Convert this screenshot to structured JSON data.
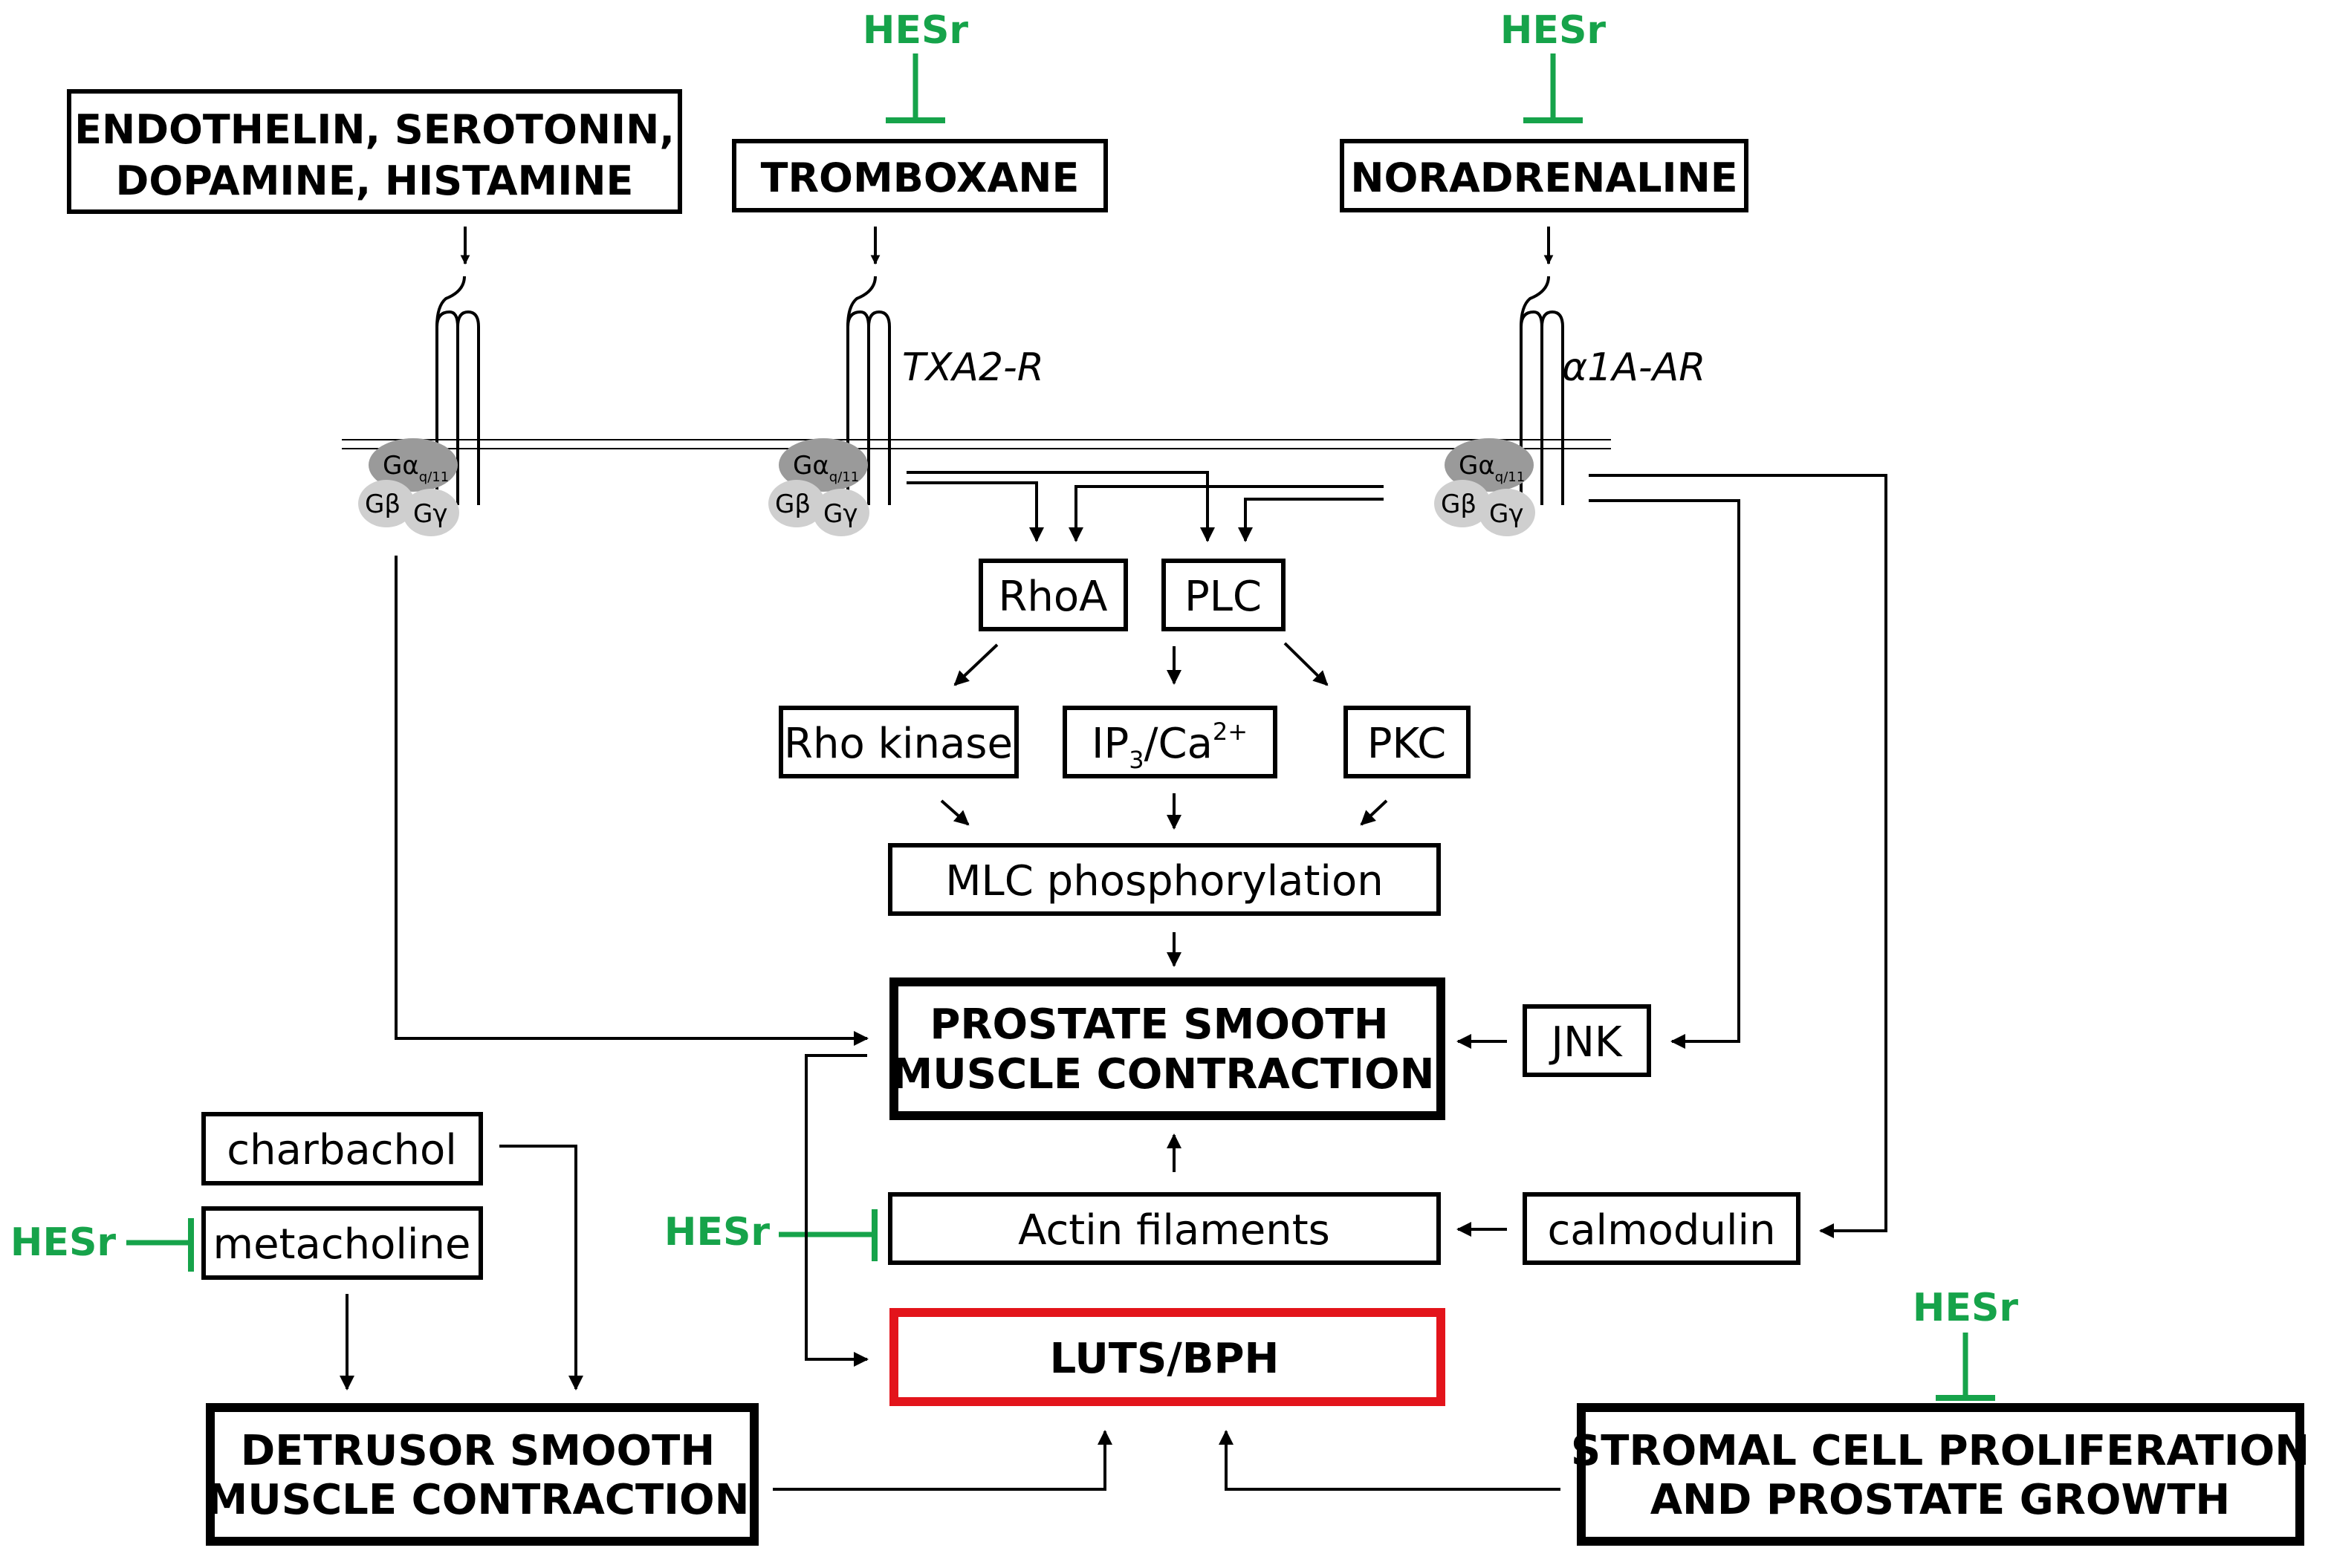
{
  "colors": {
    "inhibitor_green": "#16a34a",
    "highlight_red": "#e3141b",
    "protein_dark": "#9a9a9a",
    "protein_light": "#cfcfcf"
  },
  "inhibitor_label": "HESr",
  "ligands": {
    "group1_line1": "ENDOTHELIN, SEROTONIN,",
    "group1_line2": "DOPAMINE, HISTAMINE",
    "tromboxane": "TROMBOXANE",
    "noradrenaline": "NORADRENALINE"
  },
  "receptors": {
    "txa2": "TXA2-R",
    "a1a": "α1A-AR"
  },
  "g_protein": {
    "alpha": "Gα",
    "alpha_sub": "q/11",
    "beta": "Gβ",
    "gamma": "Gγ"
  },
  "nodes": {
    "rhoa": "RhoA",
    "plc": "PLC",
    "rho_kinase": "Rho kinase",
    "ip3_ip": "IP",
    "ip3_sub": "3",
    "ip3_ca": "/Ca",
    "ip3_sup": "2+",
    "pkc": "PKC",
    "mlc": "MLC phosphorylation",
    "prostate_line1": "PROSTATE SMOOTH",
    "prostate_line2": "MUSCLE CONTRACTION",
    "jnk": "JNK",
    "actin": "Actin filaments",
    "calmodulin": "calmodulin",
    "luts": "LUTS/BPH",
    "charbachol": "charbachol",
    "metacholine": "metacholine",
    "detrusor_line1": "DETRUSOR SMOOTH",
    "detrusor_line2": "MUSCLE CONTRACTION",
    "stromal_line1": "STROMAL CELL PROLIFERATION",
    "stromal_line2": "AND PROSTATE GROWTH"
  }
}
